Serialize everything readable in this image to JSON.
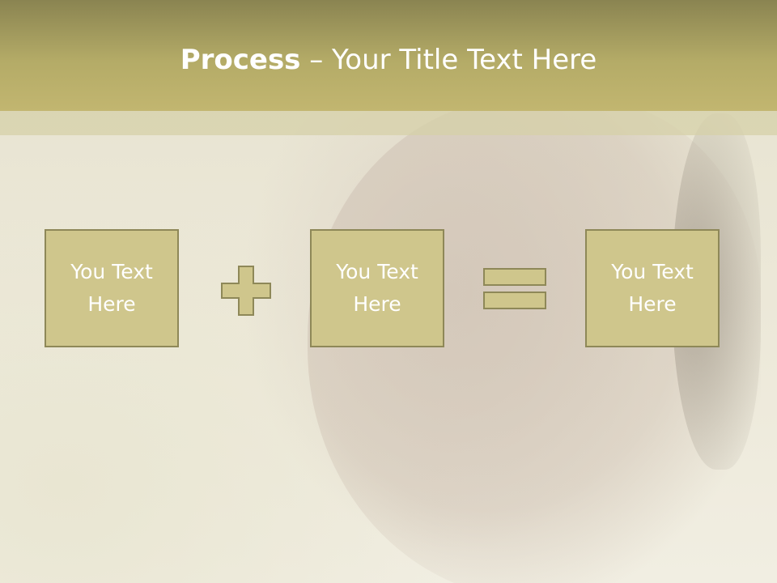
{
  "slide": {
    "title_bold": "Process",
    "title_rest": " – Your Title Text Here",
    "boxes": [
      {
        "label": "You Text Here"
      },
      {
        "label": "You Text Here"
      },
      {
        "label": "You Text Here"
      }
    ],
    "operators": [
      "plus-icon",
      "equals-icon"
    ]
  },
  "colors": {
    "title_band": "#b4ab67",
    "box_fill": "#cfc68c",
    "box_border": "#8e8858",
    "text": "#ffffff"
  }
}
